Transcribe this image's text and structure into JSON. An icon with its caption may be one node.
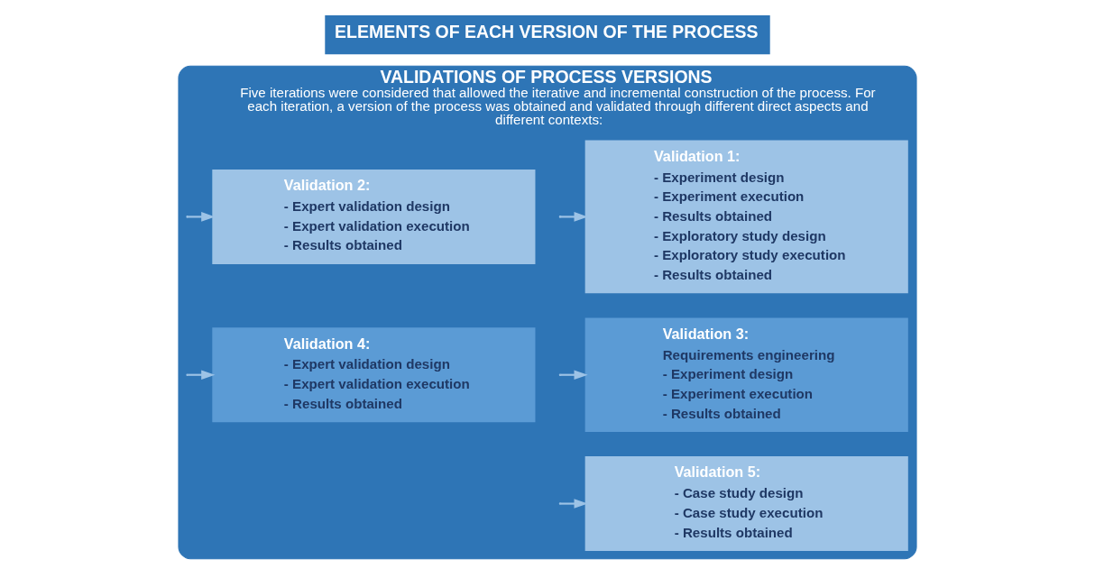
{
  "diagram": {
    "title": "ELEMENTS OF EACH VERSION OF THE PROCESS",
    "nodes": [
      {
        "text": [
          "VALIDATIONS OF PROCESS VERSIONS",
          "Five iterations were considered that allowed the iterative and incremental construction of the process. For each iteration, a version of the process was obtained and validated through different direct aspects and different contexts:"
        ]
      },
      {
        "text": [
          "Validation 1:",
          "- Experiment design",
          "- Experiment execution",
          "- Results obtained",
          "- Exploratory study design",
          "- Exploratory study execution",
          "- Results obtained"
        ],
        "in": 0
      },
      {
        "text": [
          "Validation 2:",
          "- Expert validation design",
          "- Expert validation execution",
          "- Results obtained"
        ],
        "in": 0
      },
      {
        "text": [
          "Validation 3:",
          "Requirements engineering",
          "- Experiment design",
          "- Experiment execution",
          "- Results obtained"
        ],
        "in": 0
      },
      {
        "text": [
          "Validation 4:",
          "- Expert validation design",
          "- Expert validation execution",
          "- Results obtained"
        ],
        "in": 0
      },
      {
        "text": [
          "Validation 5:",
          "- Case study design",
          "- Case study execution",
          "- Results obtained"
        ],
        "in": 0
      }
    ],
    "edges": [
      {
        "from": null,
        "to": 1,
        "arrow": "to"
      },
      {
        "from": null,
        "to": 3,
        "arrow": "to"
      },
      {
        "from": null,
        "to": 5,
        "arrow": "to"
      },
      {
        "from": null,
        "to": 2,
        "arrow": "to"
      },
      {
        "from": null,
        "to": 4,
        "arrow": "to"
      }
    ]
  }
}
